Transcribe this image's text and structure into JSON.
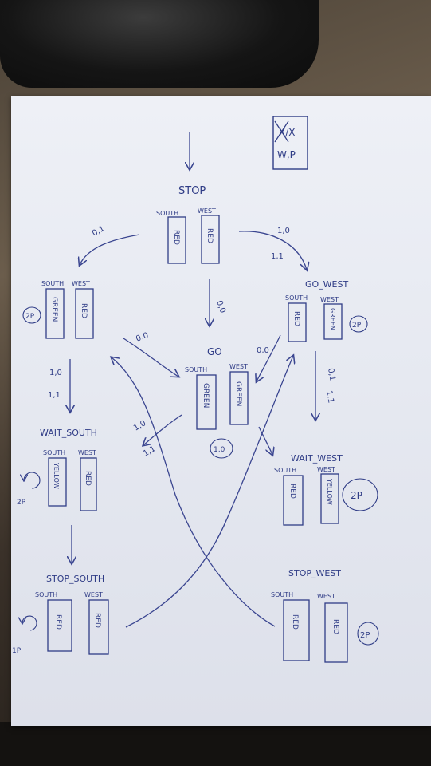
{
  "corner_box": {
    "top": "X/X",
    "bottom": "W,P"
  },
  "states": {
    "stop": {
      "name": "STOP",
      "south_label": "SOUTH",
      "west_label": "WEST",
      "south": "RED",
      "west": "RED"
    },
    "go_south": {
      "name": "",
      "south_label": "SOUTH",
      "west_label": "WEST",
      "south": "GREEN",
      "west": "RED"
    },
    "go_west": {
      "name": "GO_WEST",
      "south_label": "SOUTH",
      "west_label": "WEST",
      "south": "RED",
      "west": "GREEN"
    },
    "go": {
      "name": "GO",
      "south_label": "SOUTH",
      "west_label": "WEST",
      "south": "GREEN",
      "west": "GREEN"
    },
    "wait_south": {
      "name": "WAIT_SOUTH",
      "south_label": "SOUTH",
      "west_label": "WEST",
      "south": "YELLOW",
      "west": "RED"
    },
    "wait_west": {
      "name": "WAIT_WEST",
      "south_label": "SOUTH",
      "west_label": "WEST",
      "south": "RED",
      "west": "YELLOW"
    },
    "stop_south": {
      "name": "STOP_SOUTH",
      "south_label": "SOUTH",
      "west_label": "WEST",
      "south": "RED",
      "west": "RED"
    },
    "stop_west": {
      "name": "STOP_WEST",
      "south_label": "SOUTH",
      "west_label": "WEST",
      "south": "RED",
      "west": "RED"
    }
  },
  "transitions": {
    "stop_to_go_south": "0,1",
    "stop_to_go_west_a": "1,0",
    "stop_to_go_west_b": "1,1",
    "stop_to_go": "0,0",
    "cross_to_go": "0,0",
    "go_west_to_go": "0,0",
    "go_south_to_wait_south_a": "1,0",
    "go_south_to_wait_south_b": "1,1",
    "go_west_to_wait_west_a": "0,1",
    "go_west_to_wait_west_b": "1,1",
    "go_to_wait_south_a": "1,0",
    "go_to_wait_south_b": "1,1"
  },
  "loop_labels": {
    "go_south": "2P",
    "go_west": "2P",
    "go": "1,0",
    "wait_south": "2P",
    "wait_west": "2P",
    "stop_south": "1P",
    "stop_west": "2P"
  }
}
